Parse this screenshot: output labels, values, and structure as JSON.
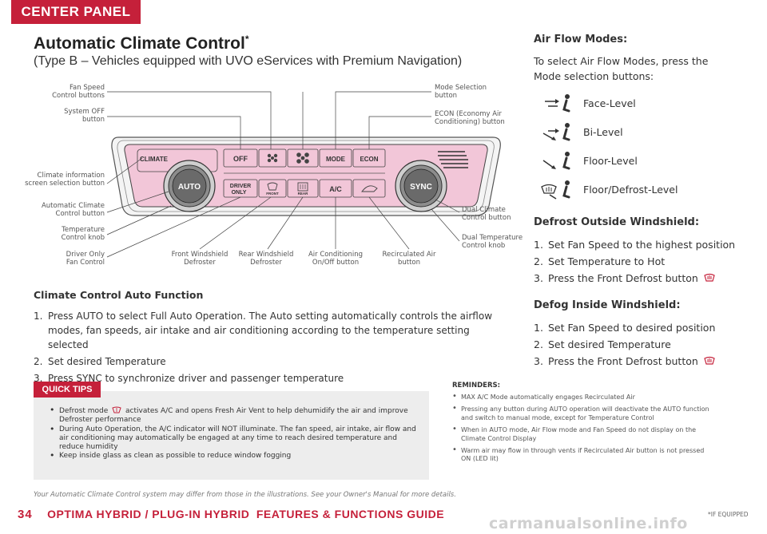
{
  "header": {
    "tab_label": "CENTER PANEL"
  },
  "title": {
    "main": "Automatic Climate Control",
    "mark": "*",
    "subtitle": "(Type B – Vehicles equipped with UVO eServices with Premium Navigation)"
  },
  "diagram": {
    "labels": {
      "fan_speed": [
        "Fan Speed",
        "Control buttons"
      ],
      "system_off": [
        "System OFF",
        "button"
      ],
      "climate_info": [
        "Climate information",
        "screen selection button"
      ],
      "auto_button": [
        "Automatic Climate",
        "Control button"
      ],
      "temp_knob": [
        "Temperature",
        "Control knob"
      ],
      "driver_only": [
        "Driver Only",
        "Fan Control"
      ],
      "front_defrost": [
        "Front Windshield",
        "Defroster"
      ],
      "rear_defrost": [
        "Rear Windshield",
        "Defroster"
      ],
      "ac": [
        "Air Conditioning",
        "On/Off button"
      ],
      "recirc": [
        "Recirculated Air",
        "button"
      ],
      "mode_sel": [
        "Mode Selection",
        "button"
      ],
      "econ": [
        "ECON (Economy Air",
        "Conditioning) button"
      ],
      "dual_climate": [
        "Dual Climate",
        "Control button"
      ],
      "dual_temp": [
        "Dual Temperature",
        "Control knob"
      ]
    },
    "panel": {
      "climate": "CLIMATE",
      "auto": "AUTO",
      "sync": "SYNC",
      "off": "OFF",
      "mode": "MODE",
      "econ": "ECON",
      "driver": "DRIVER",
      "only": "ONLY",
      "front": "FRONT",
      "rear": "REAR",
      "ac": "A/C"
    }
  },
  "climate_auto": {
    "heading": "Climate Control Auto Function",
    "steps": [
      "Press AUTO to select Full Auto Operation. The Auto setting automatically controls the airflow modes, fan speeds, air intake and air conditioning according to the temperature setting selected",
      "Set desired Temperature",
      "Press SYNC to synchronize driver and passenger temperature"
    ]
  },
  "air_flow": {
    "heading": "Air Flow Modes:",
    "intro": "To select Air Flow Modes, press the Mode selection buttons:",
    "modes": [
      {
        "icon": "face-level-icon",
        "label": "Face-Level"
      },
      {
        "icon": "bi-level-icon",
        "label": "Bi-Level"
      },
      {
        "icon": "floor-level-icon",
        "label": "Floor-Level"
      },
      {
        "icon": "floor-defrost-level-icon",
        "label": "Floor/Defrost-Level"
      }
    ]
  },
  "defrost_outside": {
    "heading": "Defrost Outside Windshield:",
    "steps": [
      "Set Fan Speed to the highest position",
      "Set Temperature to Hot",
      "Press the Front Defrost button"
    ]
  },
  "defog_inside": {
    "heading": "Defog Inside Windshield:",
    "steps": [
      "Set Fan Speed to desired position",
      "Set desired Temperature",
      "Press the Front Defrost button"
    ]
  },
  "quick_tips": {
    "tab": "QUICK TIPS",
    "items": [
      {
        "pre": "Defrost mode",
        "post": "activates A/C and opens Fresh Air Vent to help dehumidify the air and improve Defroster performance"
      },
      {
        "text": "During Auto Operation, the A/C indicator will NOT illuminate. The fan speed, air intake, air flow and air conditioning may automatically be engaged at any time to reach desired temperature and reduce humidity"
      },
      {
        "text": "Keep inside glass as clean as possible to reduce window fogging"
      }
    ]
  },
  "reminders": {
    "title": "REMINDERS:",
    "items": [
      "MAX A/C Mode automatically engages Recirculated Air",
      "Pressing any button during AUTO operation will deactivate the AUTO function and switch to manual mode, except for Temperature Control",
      "When in AUTO mode, Air Flow mode and Fan Speed do not display on the Climate Control Display",
      "Warm air may flow in through vents if Recirculated Air button is not pressed ON (LED lit)"
    ]
  },
  "footnote": "Your Automatic Climate Control system may differ from those in the illustrations. See your Owner's Manual for more details.",
  "footer": {
    "page": "34",
    "model": "OPTIMA HYBRID / PLUG-IN HYBRID",
    "guide": "FEATURES & FUNCTIONS GUIDE",
    "if_equipped": "*IF EQUIPPED",
    "watermark": "carmanualsonline.info"
  },
  "colors": {
    "accent": "#c5203a",
    "panel_pink": "#f2c6d8"
  }
}
